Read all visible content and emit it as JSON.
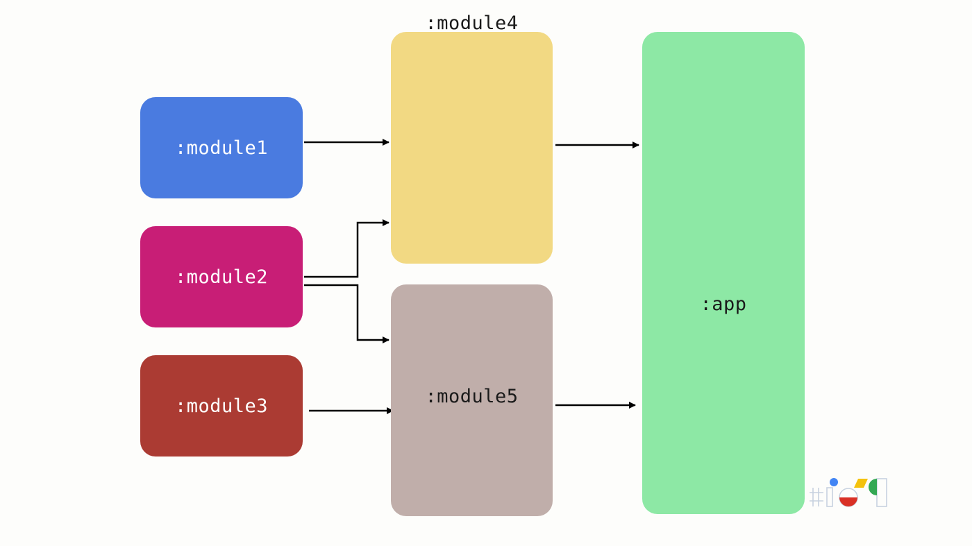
{
  "diagram": {
    "nodes": [
      {
        "id": "module1",
        "label": ":module1",
        "fill": "#4a7be0",
        "text_color": "#ffffff"
      },
      {
        "id": "module2",
        "label": ":module2",
        "fill": "#c81e76",
        "text_color": "#ffffff"
      },
      {
        "id": "module3",
        "label": ":module3",
        "fill": "#ab3b33",
        "text_color": "#ffffff"
      },
      {
        "id": "module4",
        "label": ":module4",
        "fill": "#f2d983",
        "text_color": "#1a1a1a"
      },
      {
        "id": "module5",
        "label": ":module5",
        "fill": "#c0aeaa",
        "text_color": "#1a1a1a"
      },
      {
        "id": "app",
        "label": ":app",
        "fill": "#8de8a5",
        "text_color": "#1a1a1a"
      }
    ],
    "edges": [
      {
        "from": "module1",
        "to": "module4"
      },
      {
        "from": "module2",
        "to": "module4"
      },
      {
        "from": "module2",
        "to": "module5"
      },
      {
        "from": "module3",
        "to": "module5"
      },
      {
        "from": "module4",
        "to": "app"
      },
      {
        "from": "module5",
        "to": "app"
      }
    ],
    "arrow_color": "#000000"
  },
  "logo": {
    "name": "google-io-logo",
    "colors": {
      "blue": "#4285f4",
      "red": "#d93025",
      "yellow": "#f4c20d",
      "green": "#34a853",
      "outline": "#c8d2e0"
    }
  }
}
